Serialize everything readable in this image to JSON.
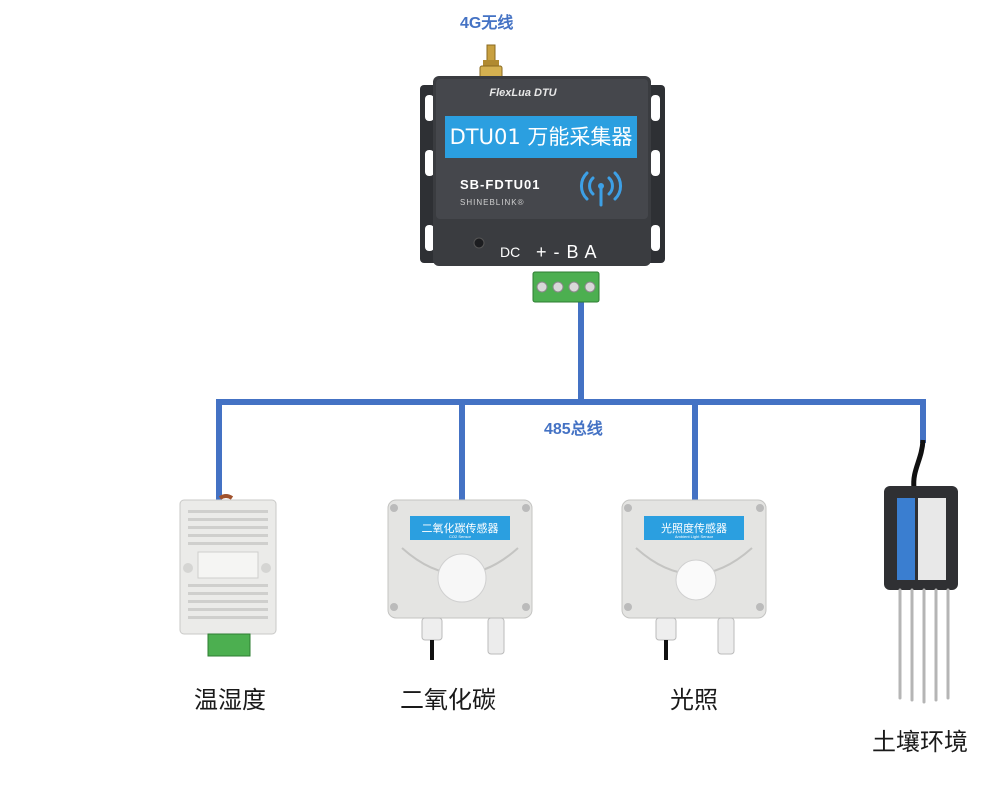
{
  "labels": {
    "wireless": "4G无线",
    "bus": "485总线"
  },
  "dtu": {
    "brand_line": "FlexLua DTU",
    "title": "DTU01 万能采集器",
    "model": "SB-FDTU01",
    "maker": "SHINEBLINK®",
    "port_dc": "DC",
    "port_pins": "+ - B A"
  },
  "sensors": [
    {
      "caption": "温湿度"
    },
    {
      "caption": "二氧化碳",
      "panel_cn": "二氧化碳传感器",
      "panel_en": "CO2 Sensor"
    },
    {
      "caption": "光照",
      "panel_cn": "光照度传感器",
      "panel_en": "Ambient Light Sensor"
    },
    {
      "caption": "土壤环境"
    }
  ],
  "colors": {
    "bus_line": "#4472c4",
    "dtu_body": "#3a3c40",
    "dtu_panel": "#2b9fe0",
    "terminal_green": "#4caf50",
    "sensor_shell": "#e4e4e2"
  }
}
